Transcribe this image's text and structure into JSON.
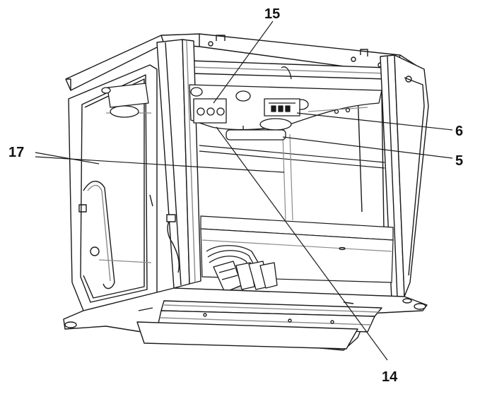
{
  "figure": {
    "callouts": [
      {
        "id": "c15",
        "label": "15"
      },
      {
        "id": "c6",
        "label": "6"
      },
      {
        "id": "c5",
        "label": "5"
      },
      {
        "id": "c17",
        "label": "17"
      },
      {
        "id": "c14",
        "label": "14"
      }
    ],
    "colors": {
      "line": "#1a1a1a",
      "light_line": "#8a8a8a",
      "fill": "#ffffff",
      "shade": "#d9d9d9"
    }
  }
}
